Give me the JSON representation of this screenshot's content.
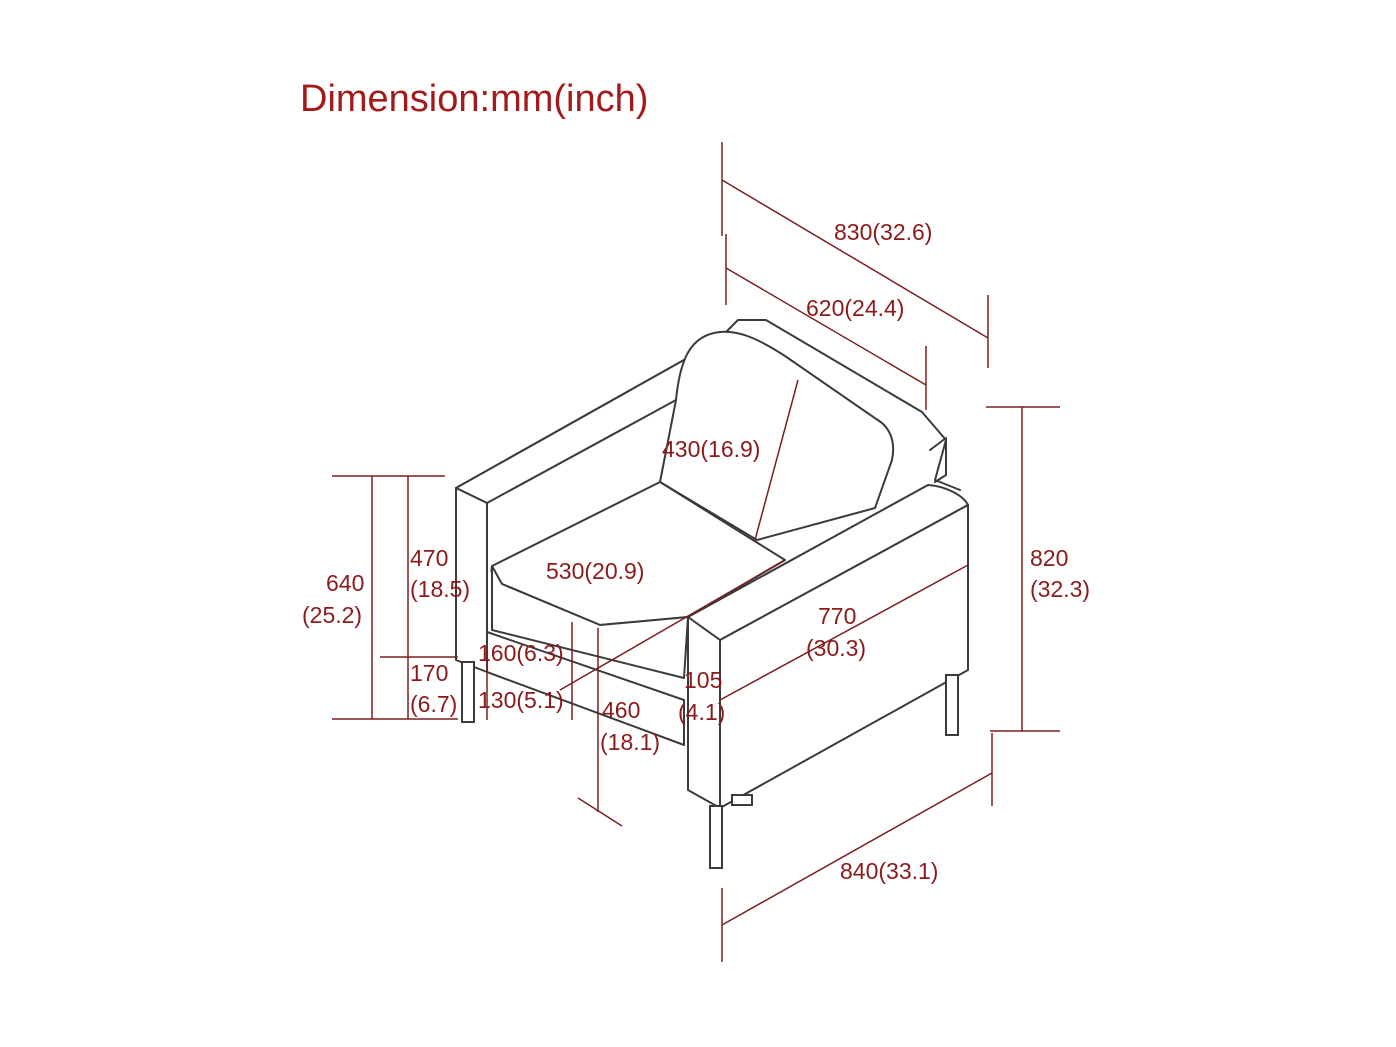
{
  "title": "Dimension:mm(inch)",
  "colors": {
    "title": "#a31a1a",
    "dimension_text": "#8b1a1a",
    "dimension_line": "#7a1f1f",
    "outline": "#3b3b3b"
  },
  "dimensions": {
    "overall_depth": "830(32.6)",
    "seat_depth": "620(24.4)",
    "backrest_height": "430(16.9)",
    "seat_width": "530(20.9)",
    "overall_height_value": "820",
    "overall_height_inch": "(32.3)",
    "arm_height_value": "640",
    "arm_height_inch": "(25.2)",
    "seat_height_value": "470",
    "seat_height_inch": "(18.5)",
    "leg_height_value": "170",
    "leg_height_inch": "(6.7)",
    "cushion_thickness": "160(6.3)",
    "frame_height": "130(5.1)",
    "arm_depth_value": "770",
    "arm_depth_inch": "(30.3)",
    "arm_width_value": "105",
    "arm_width_inch": "(4.1)",
    "inner_depth_value": "460",
    "inner_depth_inch": "(18.1)",
    "overall_width": "840(33.1)"
  }
}
